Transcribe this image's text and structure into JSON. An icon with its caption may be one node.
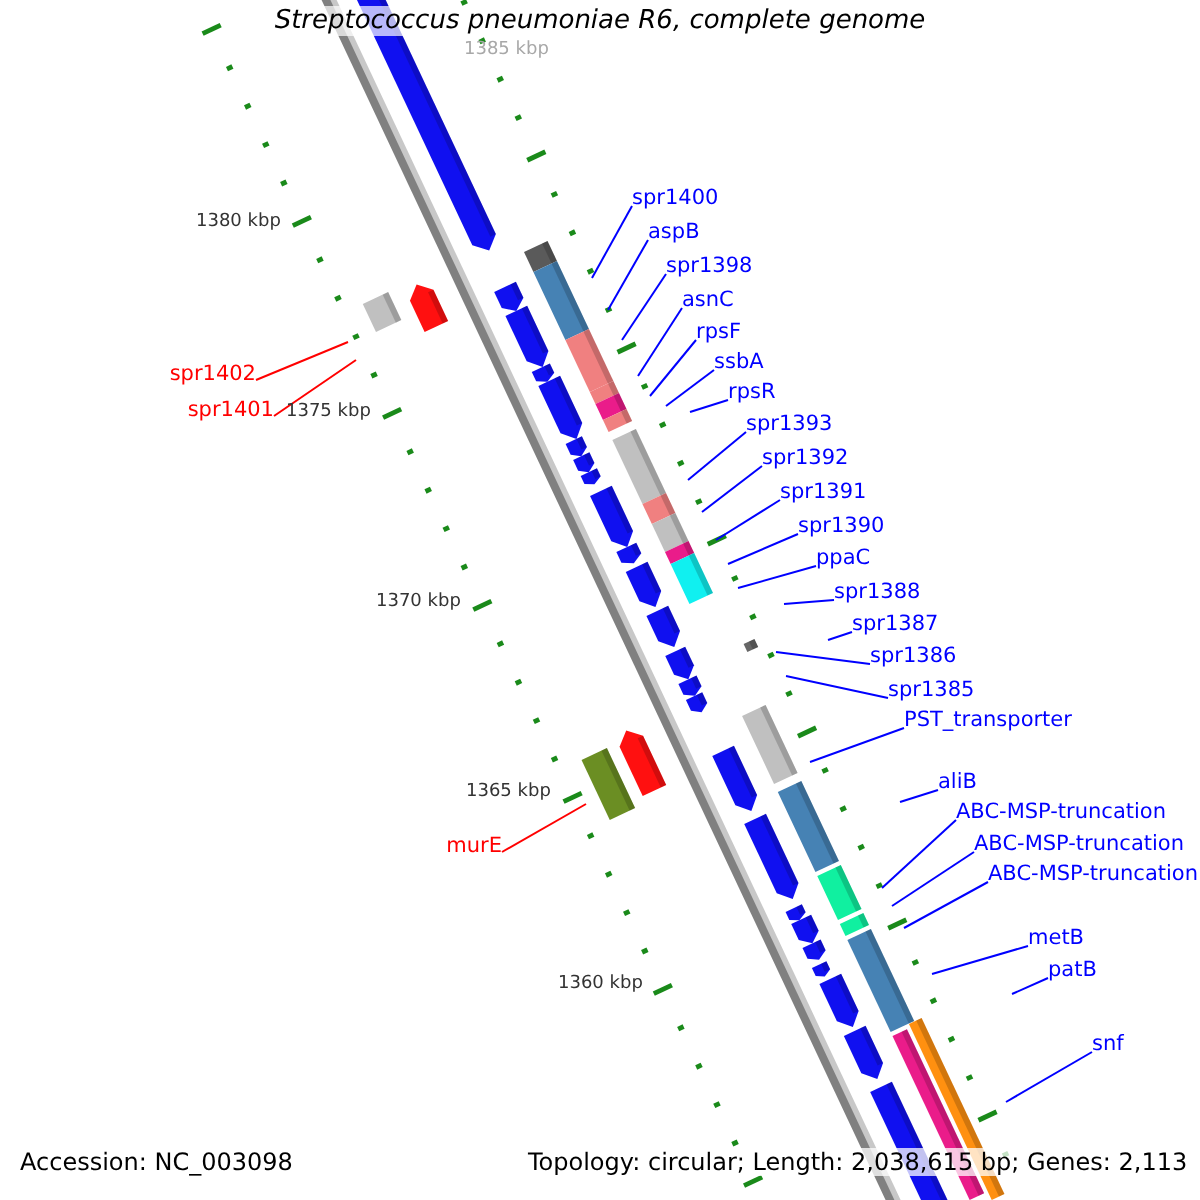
{
  "diagram": {
    "title": "Streptococcus pneumoniae R6, complete genome",
    "nodes": [
      {
        "text": [
          "spr1400"
        ]
      },
      {
        "text": [
          "aspB"
        ]
      },
      {
        "text": [
          "spr1398"
        ]
      },
      {
        "text": [
          "asnC"
        ]
      },
      {
        "text": [
          "rpsF"
        ]
      },
      {
        "text": [
          "ssbA"
        ]
      },
      {
        "text": [
          "spr1402"
        ]
      },
      {
        "text": [
          "rpsR"
        ]
      },
      {
        "text": [
          "spr1401"
        ]
      },
      {
        "text": [
          "spr1393"
        ]
      },
      {
        "text": [
          "spr1392"
        ]
      },
      {
        "text": [
          "spr1391"
        ]
      },
      {
        "text": [
          "spr1390"
        ]
      },
      {
        "text": [
          "ppaC"
        ]
      },
      {
        "text": [
          "spr1388"
        ]
      },
      {
        "text": [
          "spr1387"
        ]
      },
      {
        "text": [
          "spr1386"
        ]
      },
      {
        "text": [
          "spr1385"
        ]
      },
      {
        "text": [
          "PST_transporter"
        ]
      },
      {
        "text": [
          "aliB"
        ]
      },
      {
        "text": [
          "ABC-MSP-truncation"
        ]
      },
      {
        "text": [
          "ABC-MSP-truncation"
        ]
      },
      {
        "text": [
          "murE"
        ]
      },
      {
        "text": [
          "ABC-MSP-truncation"
        ]
      },
      {
        "text": [
          "metB"
        ]
      },
      {
        "text": [
          "patB"
        ]
      },
      {
        "text": [
          "snf"
        ]
      }
    ],
    "edges": [
      {
        "from": 0,
        "to": null,
        "arrow": "none"
      },
      {
        "from": 1,
        "to": null,
        "arrow": "none"
      },
      {
        "from": 2,
        "to": null,
        "arrow": "none"
      },
      {
        "from": 3,
        "to": null,
        "arrow": "none"
      },
      {
        "from": 4,
        "to": null,
        "arrow": "none"
      },
      {
        "from": 5,
        "to": null,
        "arrow": "none"
      },
      {
        "from": 6,
        "to": null,
        "arrow": "none",
        "color": "#ff0000"
      },
      {
        "from": 7,
        "to": null,
        "arrow": "none"
      },
      {
        "from": 8,
        "to": null,
        "arrow": "none",
        "color": "#ff0000"
      },
      {
        "from": 9,
        "to": null,
        "arrow": "none"
      },
      {
        "from": 10,
        "to": null,
        "arrow": "none"
      },
      {
        "from": 11,
        "to": null,
        "arrow": "none"
      },
      {
        "from": 12,
        "to": null,
        "arrow": "none"
      },
      {
        "from": 13,
        "to": null,
        "arrow": "none"
      },
      {
        "from": 14,
        "to": null,
        "arrow": "none"
      },
      {
        "from": 15,
        "to": null,
        "arrow": "none"
      },
      {
        "from": 16,
        "to": null,
        "arrow": "none"
      },
      {
        "from": 17,
        "to": null,
        "arrow": "none"
      },
      {
        "from": 18,
        "to": null,
        "arrow": "none"
      },
      {
        "from": 19,
        "to": null,
        "arrow": "none"
      },
      {
        "from": 20,
        "to": null,
        "arrow": "none"
      },
      {
        "from": 21,
        "to": null,
        "arrow": "none"
      },
      {
        "from": 22,
        "to": null,
        "arrow": "none",
        "color": "#ff0000"
      },
      {
        "from": 23,
        "to": null,
        "arrow": "none"
      },
      {
        "from": 24,
        "to": null,
        "arrow": "none"
      },
      {
        "from": 25,
        "to": null,
        "arrow": "none"
      },
      {
        "from": 26,
        "to": null,
        "arrow": "none"
      }
    ],
    "labels": [
      "1385 kbp",
      "1380 kbp",
      "1375 kbp",
      "1370 kbp",
      "1365 kbp",
      "1360 kbp",
      "Accession: NC_003098",
      "Topology: circular; Length: 2,038,615 bp; Genes: 2,113"
    ]
  }
}
